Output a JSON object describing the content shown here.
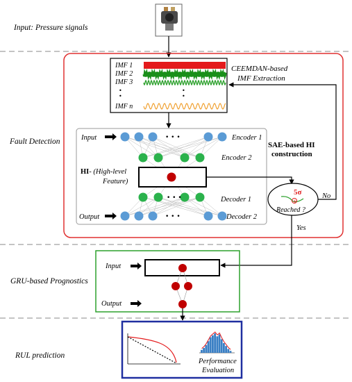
{
  "sections": {
    "input": "Input: Pressure signals",
    "fault_detection": "Fault Detection",
    "gru": "GRU-based Prognostics",
    "rul": "RUL prediction"
  },
  "imf": {
    "labels": [
      "IMF 1",
      "IMF 2",
      "IMF 3",
      "IMF n"
    ],
    "title_line1": "CEEMDAN-based",
    "title_line2": "IMF Extraction",
    "colors": [
      "#e41a1c",
      "#1a8f1a",
      "#2ca02c",
      "#f0a030"
    ]
  },
  "sae": {
    "input_label": "Input",
    "output_label": "Output",
    "encoder1": "Encoder 1",
    "encoder2": "Encoder 2",
    "decoder1": "Decoder 1",
    "decoder2": "Decoder 2",
    "hi_bold": "HI",
    "hi_line1": "- (High-level",
    "hi_line2": "Feature)",
    "title_line1": "SAE-based HI",
    "title_line2": "construction",
    "colors": {
      "blue": "#5b9bd5",
      "green": "#2bb24c",
      "red": "#c00000"
    }
  },
  "decision": {
    "sigma": "5σ",
    "question": "Reached ?",
    "no": "No",
    "yes": "Yes"
  },
  "gru": {
    "input_label": "Input",
    "output_label": "Output",
    "border_color": "#2ca02c"
  },
  "rul": {
    "perf_line1": "Performance",
    "perf_line2": "Evaluation",
    "border_color": "#1f2fa0"
  },
  "colors": {
    "fault_border": "#e03030",
    "dashed_divider": "#b0b0b0",
    "ellipsis": "• • •"
  }
}
